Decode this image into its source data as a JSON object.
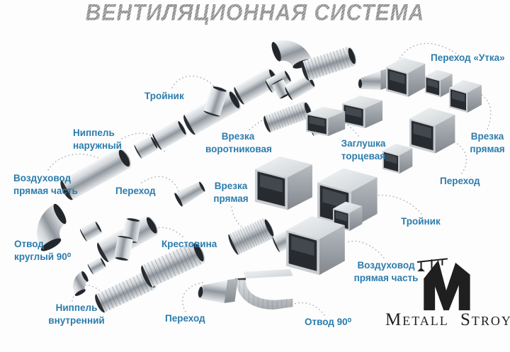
{
  "title": "ВЕНТИЛЯЦИОННАЯ СИСТЕМА",
  "labels": [
    {
      "text": "Переход «Утка»"
    },
    {
      "text": "Тройник"
    },
    {
      "text": "Ниппель\nнаружный"
    },
    {
      "text": "Воздуховод\nпрямая часть"
    },
    {
      "text": "Врезка\nворотниковая"
    },
    {
      "text": "Заглушка\nторцевая"
    },
    {
      "text": "Врезка\nпрямая"
    },
    {
      "text": "Переход"
    },
    {
      "text": "Переход"
    },
    {
      "text": "Врезка\nпрямая"
    },
    {
      "text": "Тройник"
    },
    {
      "text": "Отвод\nкруглый 90⁰"
    },
    {
      "text": "Крестовина"
    },
    {
      "text": "Воздуховод\nпрямая часть"
    },
    {
      "text": "Ниппель\nвнутренний"
    },
    {
      "text": "Переход"
    },
    {
      "text": "Отвод 90⁰"
    }
  ],
  "logo": {
    "word1": "Metall",
    "word2": "Stroy"
  },
  "colors": {
    "label_blue": "#2b7cad",
    "title_gray": "#8b8b8b",
    "logo_black": "#1f1f1f",
    "metal_light": "#eef1f3",
    "metal_dark": "#23262a",
    "connector_gray": "#aab0b5"
  }
}
